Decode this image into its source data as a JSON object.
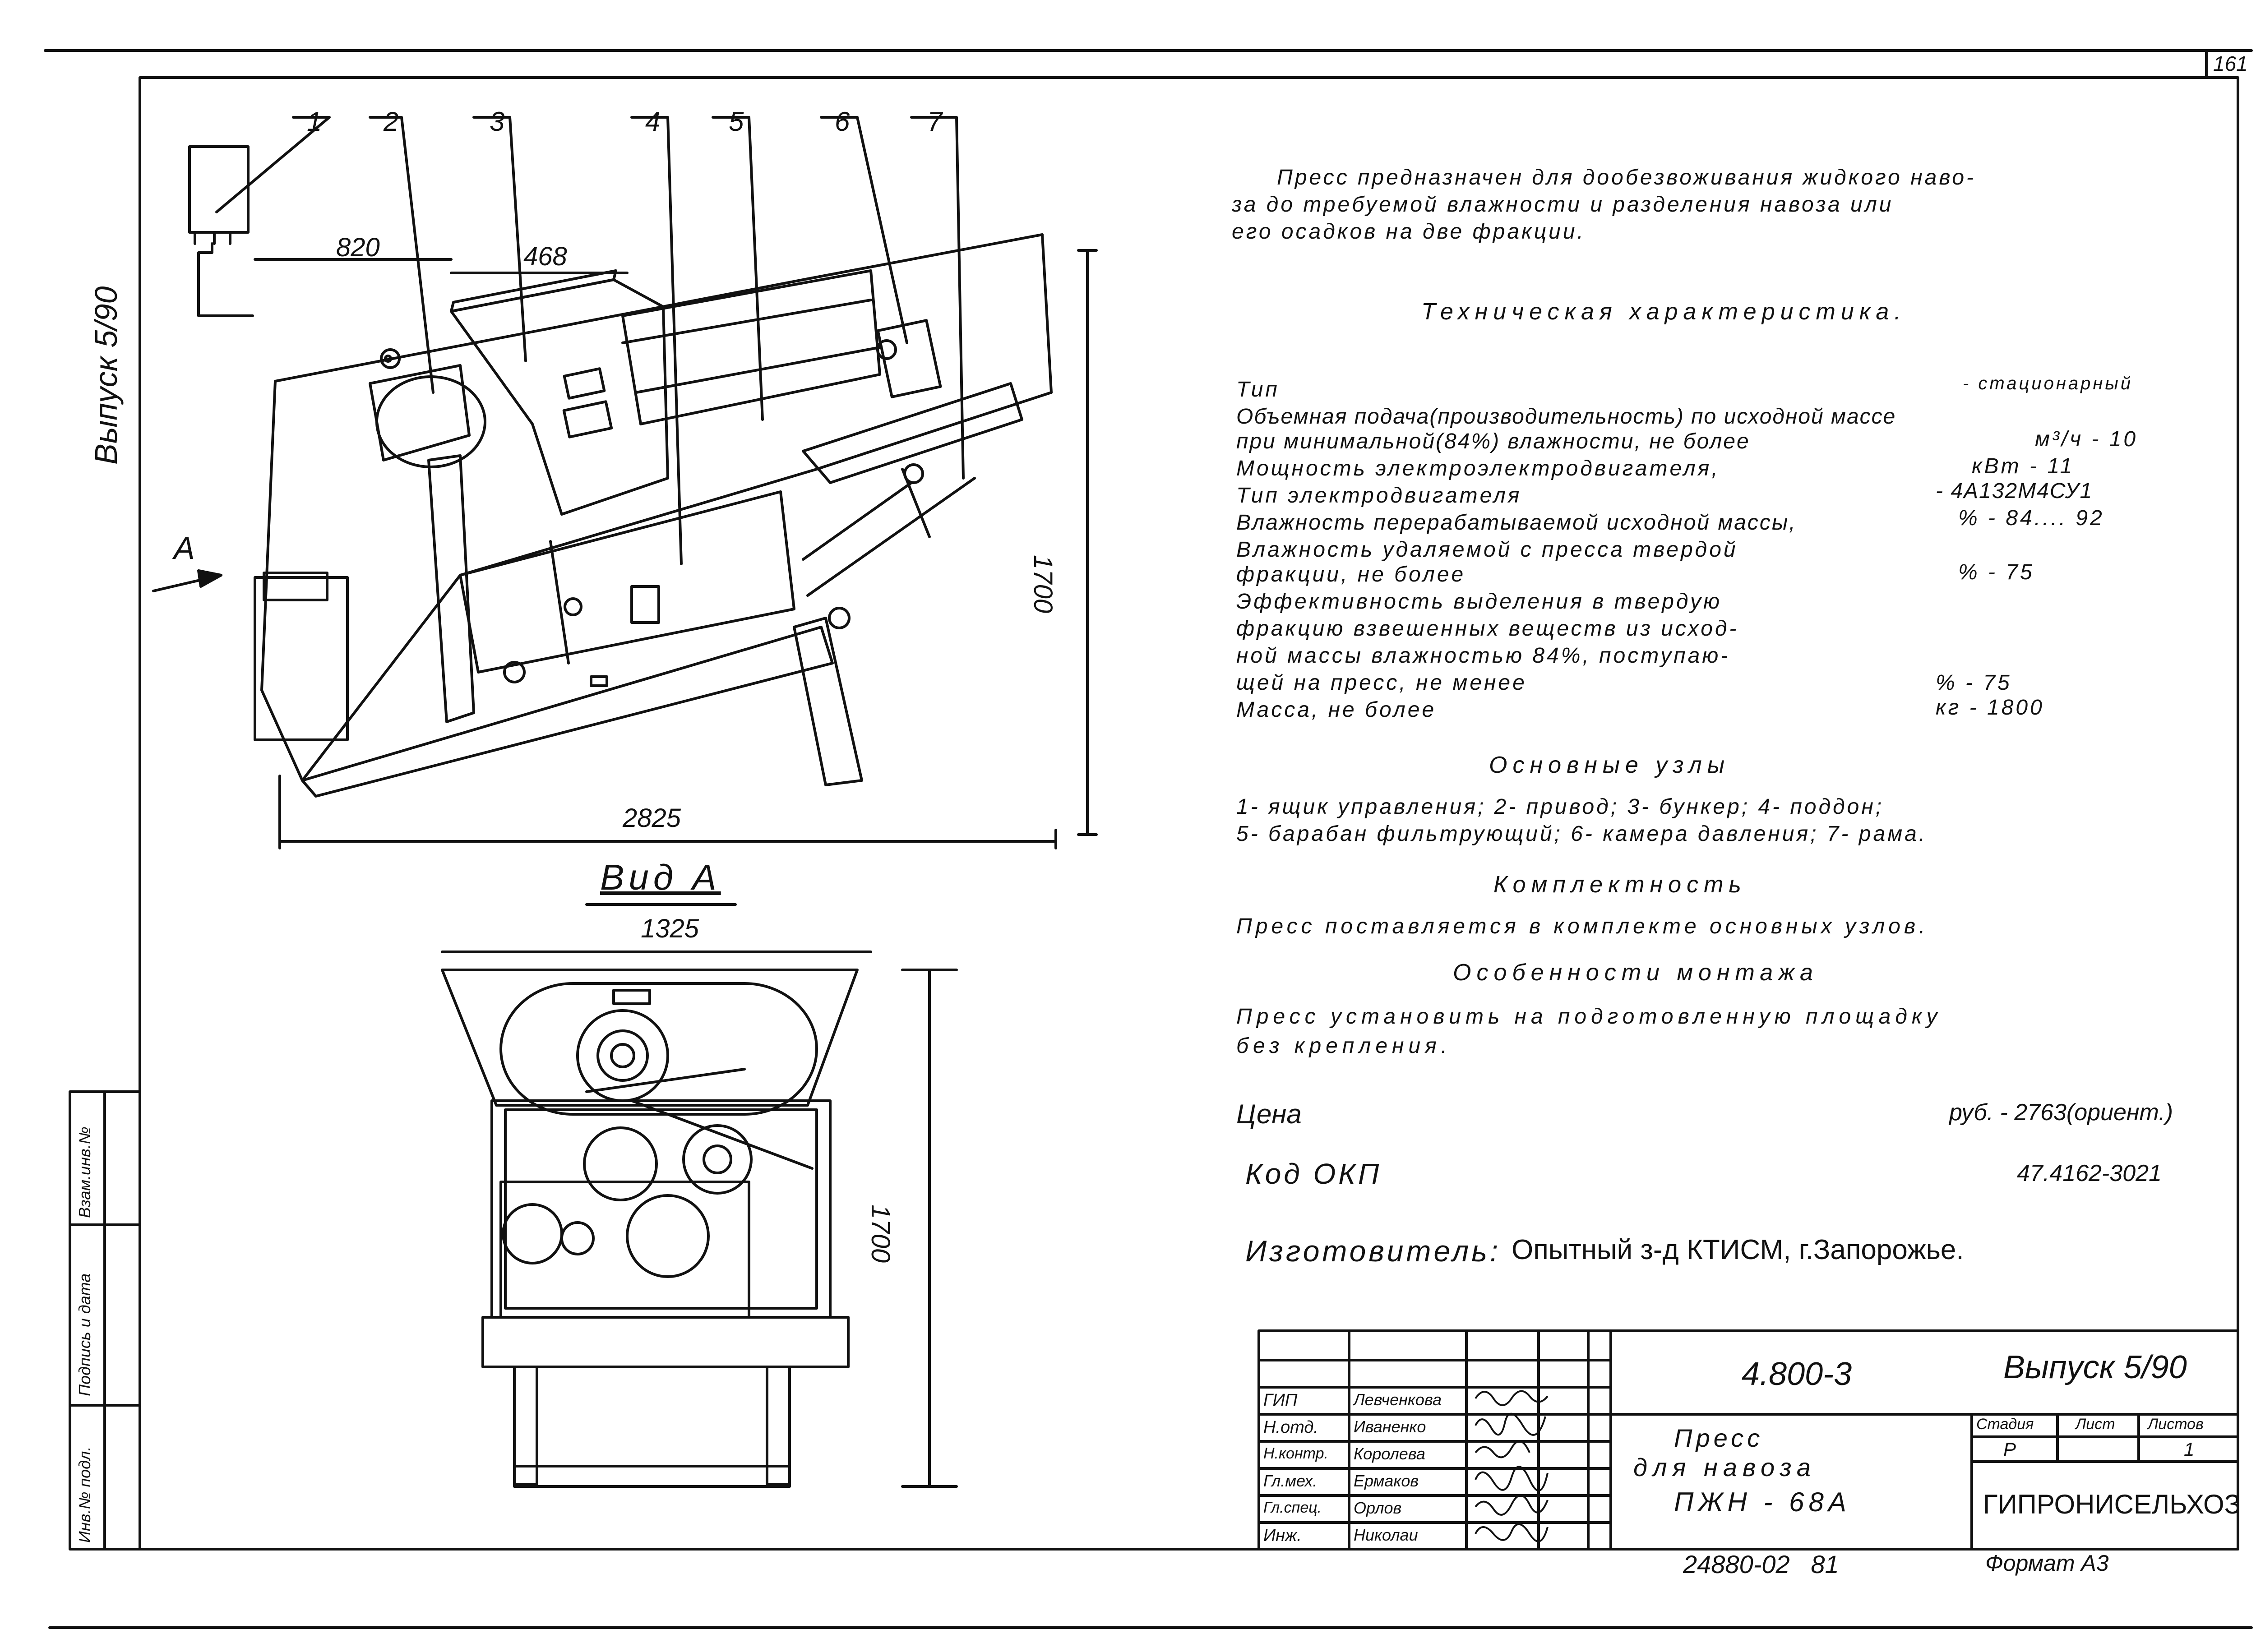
{
  "sheet": {
    "number": "161",
    "series_vertical": "Выпуск 5/90"
  },
  "drawing": {
    "callouts": [
      "1",
      "2",
      "3",
      "4",
      "5",
      "6",
      "7"
    ],
    "dims": {
      "d820": "820",
      "d468": "468",
      "d1700": "1700",
      "d2825": "2825"
    },
    "view_arrow": "A",
    "view_a_title": "Вид А",
    "view_a_dims": {
      "width": "1325",
      "height": "1700"
    }
  },
  "text": {
    "intro": [
      "Пресс предназначен для дообезвоживания жидкого наво-",
      "за до требуемой влажности и разделения навоза или",
      "его осадков на две фракции."
    ],
    "tech_title": "Техническая характеристика.",
    "specs": [
      {
        "label": "Тип",
        "value": "- стационарный"
      },
      {
        "label": "Объемная подача(производительность) по исходной массе",
        "value": ""
      },
      {
        "label": "при минимальной(84%) влажности, не более",
        "value": "м³/ч - 10"
      },
      {
        "label": "Мощность электроэлектродвигателя,",
        "value": "кВт - 11"
      },
      {
        "label": "Тип электродвигателя",
        "value": "- 4А132М4СУ1"
      },
      {
        "label": "Влажность перерабатываемой исходной массы,",
        "value": "% - 84.... 92"
      },
      {
        "label": "Влажность удаляемой с пресса твердой",
        "value": ""
      },
      {
        "label": "фракции, не более",
        "value": "% - 75"
      },
      {
        "label": "Эффективность выделения в твердую",
        "value": ""
      },
      {
        "label": "фракцию взвешенных веществ из исход-",
        "value": ""
      },
      {
        "label": "ной массы влажностью 84%, поступаю-",
        "value": ""
      },
      {
        "label": "щей на пресс, не менее",
        "value": "% - 75"
      },
      {
        "label": "Масса, не более",
        "value": "кг - 1800"
      }
    ],
    "nodes_title": "Основные узлы",
    "nodes": [
      "1- ящик управления; 2- привод; 3- бункер; 4- поддон;",
      "5- барабан фильтрующий; 6- камера давления; 7- рама."
    ],
    "completeness_title": "Комплектность",
    "completeness": "Пресс поставляется в комплекте основных узлов.",
    "mounting_title": "Особенности монтажа",
    "mounting": [
      "Пресс установить на подготовленную площадку",
      "без крепления."
    ],
    "price_label": "Цена",
    "price_value": "руб. - 2763(ориент.)",
    "okp_label": "Код ОКП",
    "okp_value": "47.4162-3021",
    "maker_label": "Изготовитель:",
    "maker_value": "Опытный з-д КТИСМ, г.Запорожье."
  },
  "side_stamp": [
    "Инв.№ подл.",
    "Подпись и дата",
    "Взам.инв.№"
  ],
  "title_block": {
    "doc_code": "4.800-3",
    "series": "Выпуск 5/90",
    "roles": [
      {
        "role": "ГИП",
        "name": "Левченкова"
      },
      {
        "role": "Н.отд.",
        "name": "Иваненко"
      },
      {
        "role": "Н.контр.",
        "name": "Королева"
      },
      {
        "role": "Гл.мех.",
        "name": "Ермаков"
      },
      {
        "role": "Гл.спец.",
        "name": "Орлов"
      },
      {
        "role": "Инж.",
        "name": "Николаи"
      }
    ],
    "title_lines": [
      "Пресс",
      "для навоза",
      "ПЖН - 68А"
    ],
    "stage_header": "Стадия",
    "sheet_header": "Лист",
    "sheets_header": "Листов",
    "stage": "Р",
    "sheets": "1",
    "organization": "ГИПРОНИСЕЛЬХОЗ",
    "bottom_code": "24880-02   81",
    "format": "Формат А3"
  }
}
